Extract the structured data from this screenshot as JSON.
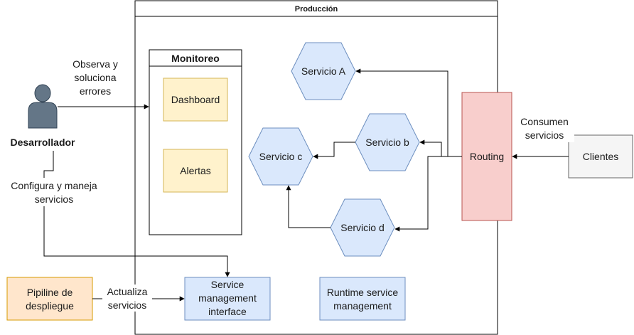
{
  "colors": {
    "service_fill": "#dae8fc",
    "service_stroke": "#6c8ebf",
    "monitor_fill": "#fff2cc",
    "monitor_stroke": "#d6b656",
    "routing_fill": "#f8cecc",
    "routing_stroke": "#b85450",
    "pipeline_fill": "#ffe6cc",
    "pipeline_stroke": "#d79b00",
    "clients_fill": "#f5f5f5",
    "clients_stroke": "#666666",
    "actor_fill": "#647687",
    "actor_stroke": "#314354"
  },
  "icons": {
    "actor": "person-icon"
  },
  "production": {
    "title": "Producción"
  },
  "monitoring": {
    "title": "Monitoreo",
    "dashboard": "Dashboard",
    "alerts": "Alertas"
  },
  "services": {
    "a": "Servicio A",
    "b": "Servicio b",
    "c": "Servicio c",
    "d": "Servicio d"
  },
  "routing": {
    "label": "Routing"
  },
  "clients": {
    "label": "Clientes"
  },
  "developer": {
    "label": "Desarrollador"
  },
  "pipeline": {
    "line1": "Pipiline de",
    "line2": "despliegue"
  },
  "smi": {
    "line1": "Service",
    "line2": "management",
    "line3": "interface"
  },
  "runtime": {
    "line1": "Runtime service",
    "line2": "management"
  },
  "edges": {
    "observe": {
      "line1": "Observa y",
      "line2": "soluciona",
      "line3": "errores"
    },
    "configure": {
      "line1": "Configura y maneja",
      "line2": "servicios"
    },
    "consume": {
      "line1": "Consumen",
      "line2": "servicios"
    },
    "update": {
      "line1": "Actualiza",
      "line2": "servicios"
    }
  }
}
